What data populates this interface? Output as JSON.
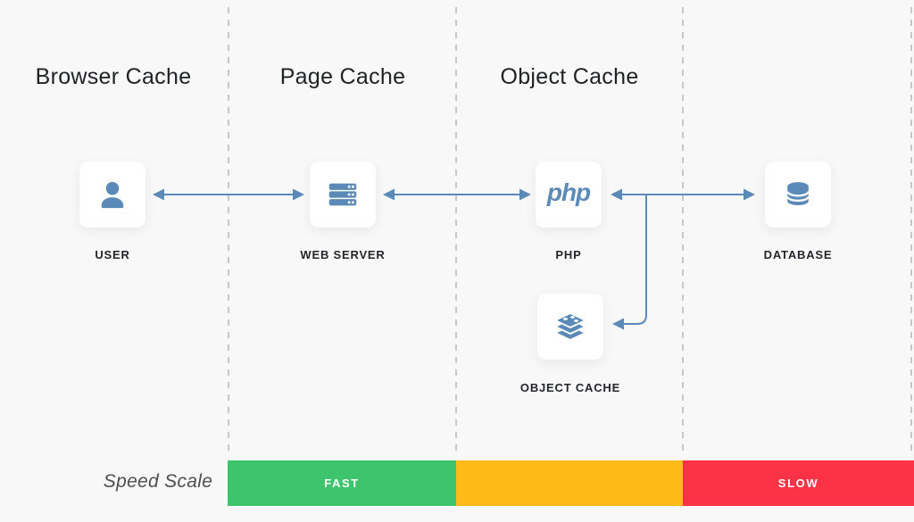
{
  "diagram": {
    "sections": [
      {
        "title": "Browser Cache"
      },
      {
        "title": "Page Cache"
      },
      {
        "title": "Object Cache"
      }
    ],
    "nodes": [
      {
        "label": "USER",
        "icon": "user-icon"
      },
      {
        "label": "WEB SERVER",
        "icon": "server-icon"
      },
      {
        "label": "PHP",
        "icon": "php-logo",
        "icon_text": "php"
      },
      {
        "label": "DATABASE",
        "icon": "database-icon"
      },
      {
        "label": "OBJECT CACHE",
        "icon": "redis-stack-icon"
      }
    ],
    "speed_scale": {
      "label": "Speed Scale",
      "segments": [
        {
          "label": "FAST",
          "color": "#3ec46c"
        },
        {
          "label": "",
          "color": "#fdba18"
        },
        {
          "label": "SLOW",
          "color": "#fc3246"
        }
      ]
    },
    "colors": {
      "background": "#f8f8f8",
      "accent_blue": "#5b8ab8",
      "card_white": "#ffffff",
      "divider_gray": "#c7c7c7",
      "title_text": "#1f2124",
      "fast_green": "#3ec46c",
      "medium_yellow": "#fdba18",
      "slow_red": "#fc3246"
    }
  }
}
